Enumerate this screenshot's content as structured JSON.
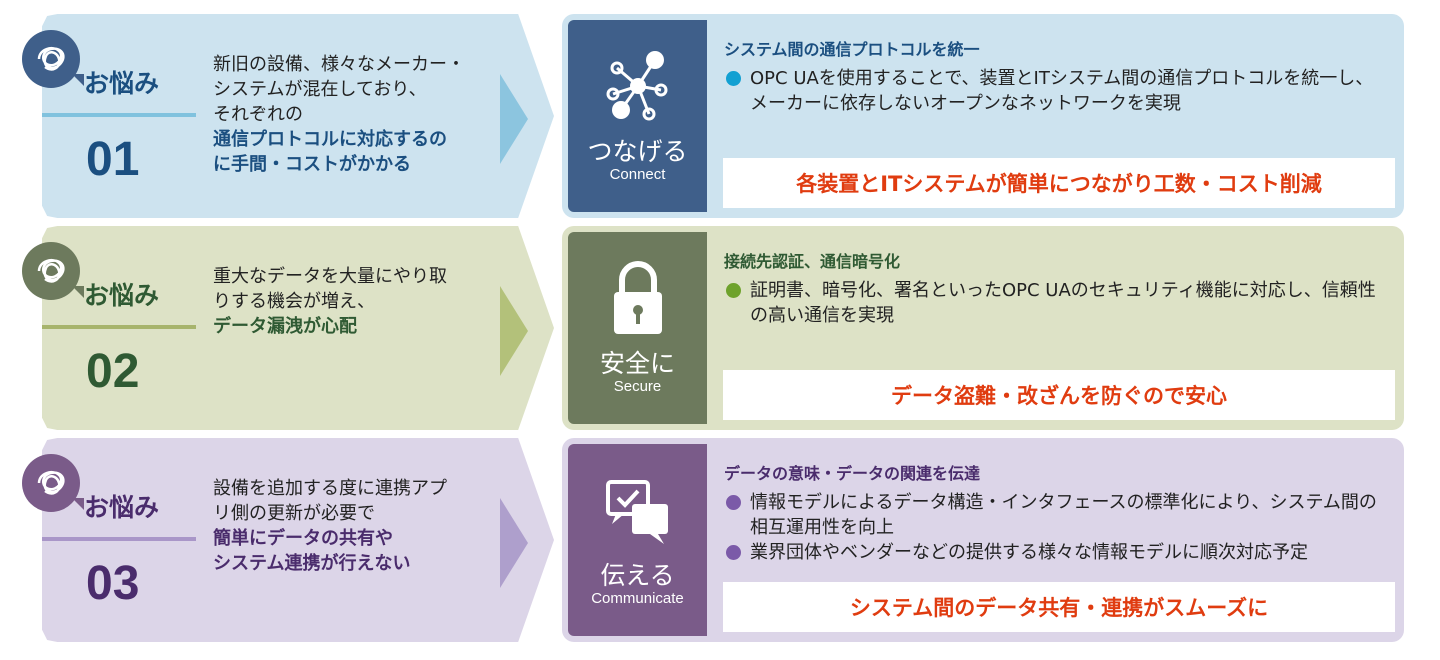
{
  "rows": [
    {
      "badge": "お悩み",
      "number": "01",
      "problem_lines": [
        "新旧の設備、様々なメーカー・",
        "システムが混在しており、",
        "それぞれの"
      ],
      "problem_emphasis": [
        "通信プロトコルに対応するの",
        "に手間・コストがかかる"
      ],
      "solution_label": "つなげる",
      "solution_label_en": "Connect",
      "solution_title": "システム間の通信プロトコルを統一",
      "bullets": [
        "OPC UAを使用することで、装置とITシステム間の通信プロトコルを統一し、メーカーに依存しないオープンなネットワークを実現"
      ],
      "result": "各装置とITシステムが簡単につながり工数・コスト削減",
      "icon": "network-icon",
      "colors": {
        "bg": "#cde3ef",
        "panel": "#3f5f8a",
        "accent": "#1b4f80",
        "divider": "#80c2de",
        "arrow": "#8cc5df",
        "bullet": "#12a0d2"
      }
    },
    {
      "badge": "お悩み",
      "number": "02",
      "problem_lines": [
        "重大なデータを大量にやり取",
        "りする機会が増え、"
      ],
      "problem_emphasis": [
        "データ漏洩が心配"
      ],
      "solution_label": "安全に",
      "solution_label_en": "Secure",
      "solution_title": "接続先認証、通信暗号化",
      "bullets": [
        "証明書、暗号化、署名といったOPC UAのセキュリティ機能に対応し、信頼性の高い通信を実現"
      ],
      "result": "データ盗難・改ざんを防ぐので安心",
      "icon": "lock-icon",
      "colors": {
        "bg": "#dde2c6",
        "panel": "#6d7a5d",
        "accent": "#2f5a33",
        "divider": "#a7b46c",
        "arrow": "#b3c17a",
        "bullet": "#6ea22c"
      }
    },
    {
      "badge": "お悩み",
      "number": "03",
      "problem_lines": [
        "設備を追加する度に連携アプ",
        "リ側の更新が必要で"
      ],
      "problem_emphasis": [
        "簡単にデータの共有や",
        "システム連携が行えない"
      ],
      "solution_label": "伝える",
      "solution_label_en": "Communicate",
      "solution_title": "データの意味・データの関連を伝達",
      "bullets": [
        "情報モデルによるデータ構造・インタフェースの標準化により、システム間の相互運用性を向上",
        "業界団体やベンダーなどの提供する様々な情報モデルに順次対応予定"
      ],
      "result": "システム間のデータ共有・連携がスムーズに",
      "icon": "chat-check-icon",
      "colors": {
        "bg": "#dcd5e8",
        "panel": "#7a5b89",
        "accent": "#4a2c6c",
        "divider": "#a996c8",
        "arrow": "#ae9fcc",
        "bullet": "#7b5aa8"
      }
    }
  ]
}
